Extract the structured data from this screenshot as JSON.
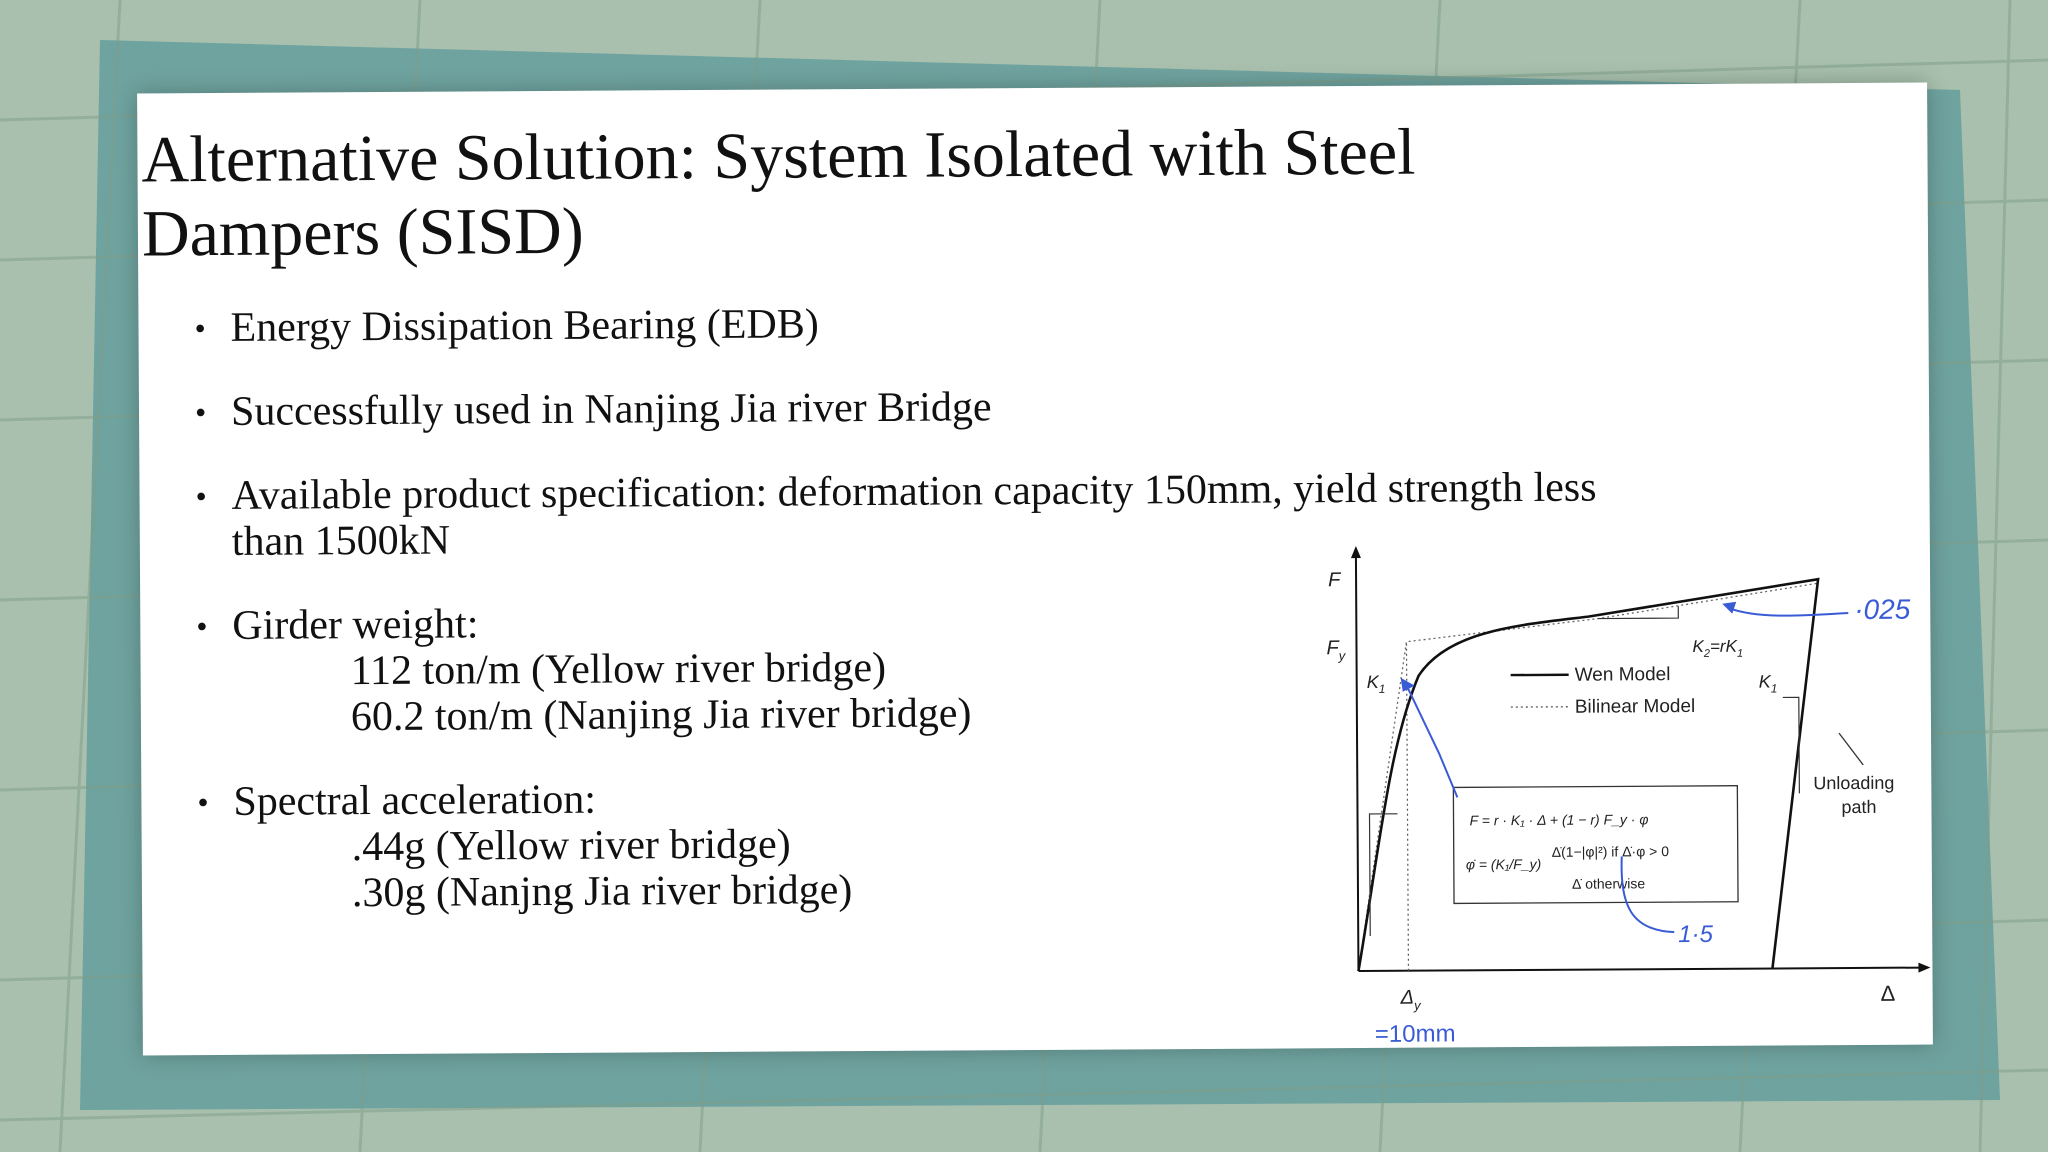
{
  "slide": {
    "title_line1": "Alternative Solution: System Isolated with Steel",
    "title_line2": "Dampers (SISD)",
    "bullets": {
      "b1": "Energy Dissipation Bearing (EDB)",
      "b2": "Successfully used in Nanjing Jia river Bridge",
      "b3_line1": "Available product specification: deformation capacity 150mm, yield strength less",
      "b3_line2": "than 1500kN",
      "b4": "Girder weight:",
      "b4_sub1": "112 ton/m (Yellow river bridge)",
      "b4_sub2": "60.2 ton/m (Nanjing Jia river bridge)",
      "b5": "Spectral acceleration:",
      "b5_sub1": ".44g (Yellow river bridge)",
      "b5_sub2": ".30g (Nanjng Jia river bridge)"
    }
  },
  "figure": {
    "axis_y": "F",
    "axis_x": "Δ",
    "fy_label": "F",
    "fy_sub": "y",
    "dy_label": "Δ",
    "dy_sub": "y",
    "k1_label": "K",
    "k1_sub": "1",
    "k1_right_label": "K",
    "k1_right_sub": "1",
    "k2_label": "K",
    "k2_sub": "2",
    "k2_eq": "=rK",
    "k2_eq_sub": "1",
    "legend_wen": "Wen Model",
    "legend_bilinear": "Bilinear Model",
    "unloading_line1": "Unloading",
    "unloading_line2": "path",
    "eq1": "F = r · K₁ · Δ + (1 − r) F_y · φ",
    "eq2_lhs": "φ̇ = (K₁/F_y)",
    "eq2_case1": "Δ̇(1−|φ|²)  if Δ̇·φ > 0",
    "eq2_case2": "Δ̇      otherwise",
    "handwritten_r": "·025",
    "handwritten_n": "1·5",
    "handwritten_dy": "=10mm"
  },
  "colors": {
    "background": "#9fb9a6",
    "slide": "#ffffff",
    "ink": "#3a5bd6",
    "curve": "#111111"
  }
}
